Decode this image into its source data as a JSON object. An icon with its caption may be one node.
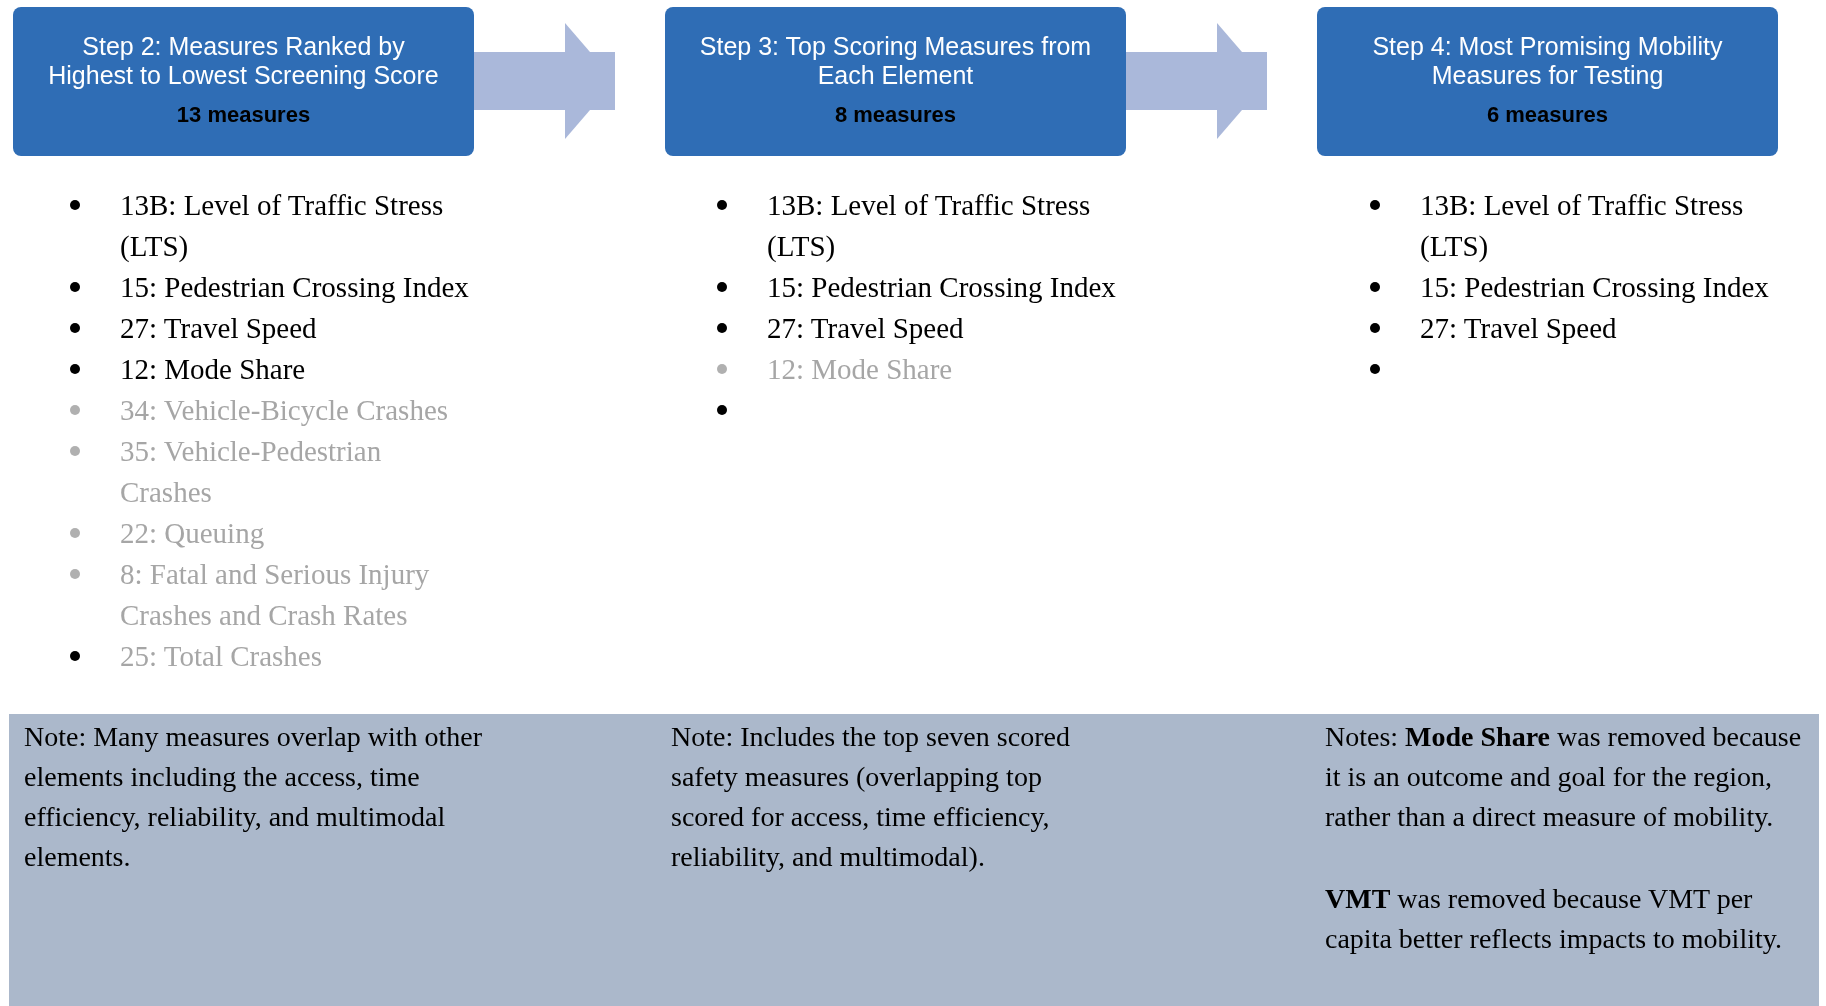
{
  "diagram": {
    "nodes": [
      {
        "text": [
          "Step 2: Measures Ranked by Highest to Lowest Screening Score",
          "13 measures"
        ]
      },
      {
        "text": [
          "Step 3: Top Scoring Measures from Each Element",
          "8 measures"
        ]
      },
      {
        "text": [
          "Step 4: Most Promising Mobility Measures for Testing",
          "6 measures"
        ]
      },
      {
        "text": [
          "Note: Many measures overlap with other elements including the access, time efficiency, reliability, and multimodal elements.",
          "Note: Includes the top seven scored safety measures (overlapping top scored for access, time efficiency, reliability, and multimodal).",
          "Notes: **Mode Share** was removed because it is an outcome and goal for the region, rather than a direct measure of mobility.",
          "**VMT** was removed because VMT per capita better reflects impacts to mobility."
        ]
      }
    ],
    "edges": [
      {
        "from": 0,
        "to": 1,
        "arrow": "to"
      },
      {
        "from": 1,
        "to": 2,
        "arrow": "to"
      }
    ],
    "labels": [
      "13B: Level of Traffic Stress (LTS)",
      "15: Pedestrian Crossing Index",
      "27: Travel Speed",
      "12: Mode Share",
      "34: Vehicle-Bicycle Crashes",
      "35: Vehicle-Pedestrian Crashes",
      "22: Queuing",
      "8: Fatal and Serious Injury Crashes and Crash Rates",
      "25: Total Crashes",
      "13B: Level of Traffic Stress (LTS)",
      "15: Pedestrian Crossing Index",
      "27: Travel Speed",
      "12: Mode Share",
      "13B: Level of Traffic Stress (LTS)",
      "15: Pedestrian Crossing Index",
      "27: Travel Speed"
    ]
  }
}
